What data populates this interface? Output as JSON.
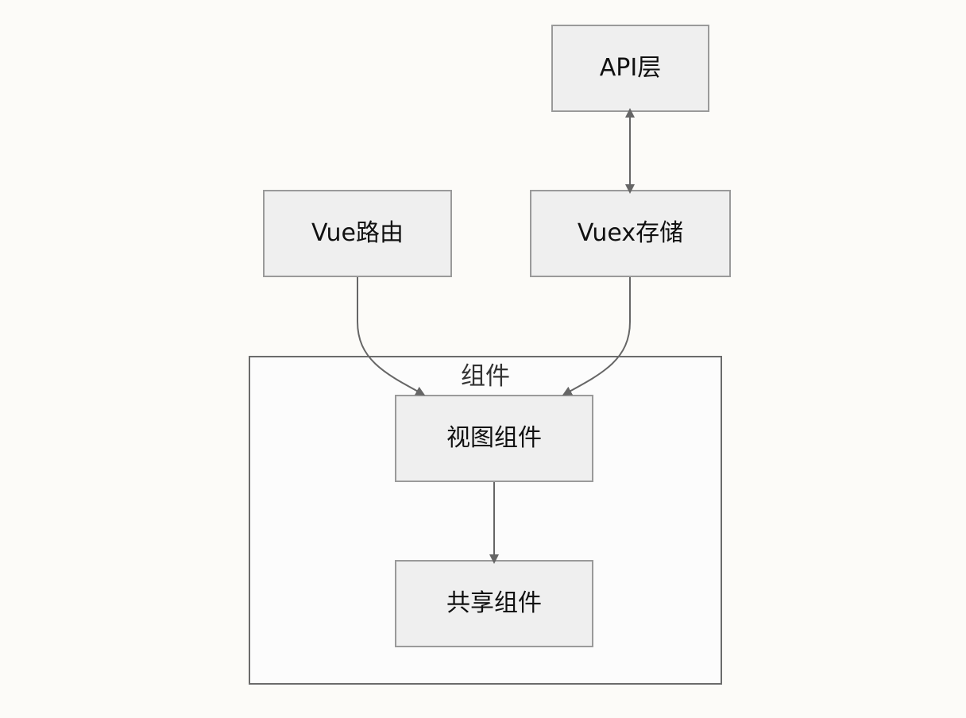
{
  "diagram": {
    "group": {
      "label": "组件"
    },
    "nodes": {
      "api": "API层",
      "router": "Vue路由",
      "vuex": "Vuex存储",
      "view": "视图组件",
      "shared": "共享组件"
    }
  },
  "colors": {
    "background": "#fcfbf8",
    "node_fill": "#efefef",
    "node_border": "#9a9a9a",
    "group_border": "#6b6b6b",
    "arrow": "#666666",
    "text": "#111111"
  }
}
